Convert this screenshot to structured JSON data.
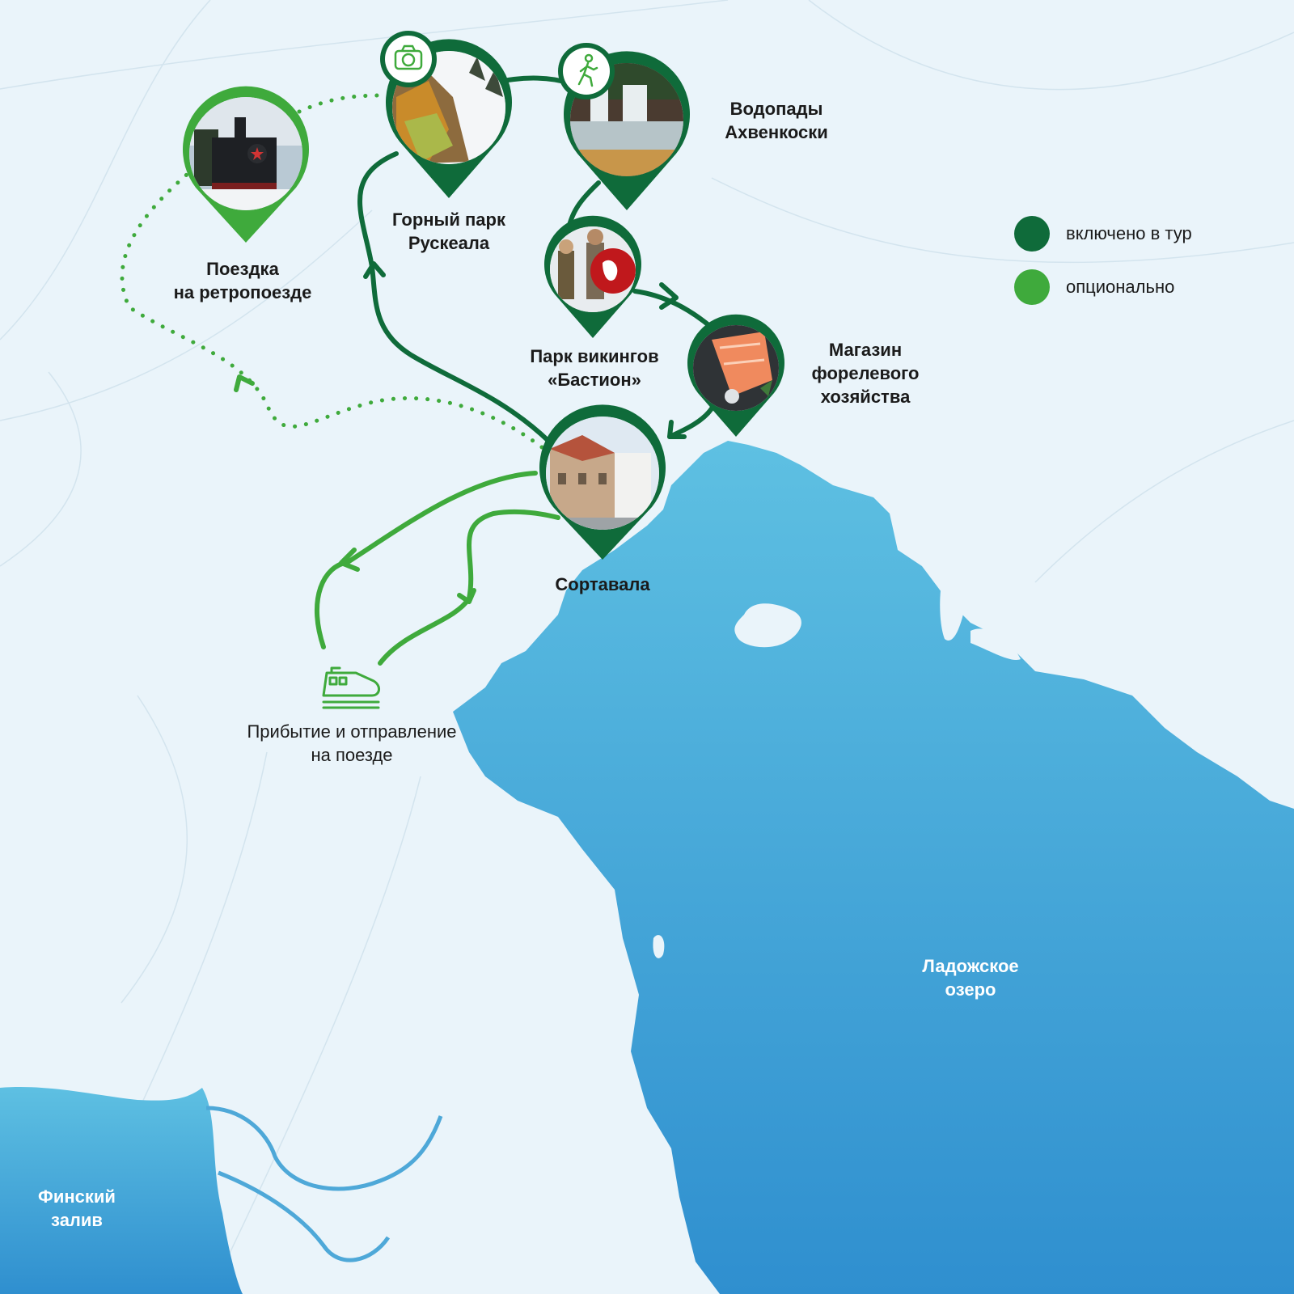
{
  "colors": {
    "included": "#0f6b3a",
    "optional": "#3faa3c",
    "land": "#eaf4fa",
    "water_top": "#5ec0e2",
    "water_bottom": "#2f8fcf"
  },
  "legend": {
    "included": {
      "label": "включено в тур",
      "color": "#0f6b3a"
    },
    "optional": {
      "label": "опционально",
      "color": "#3faa3c"
    }
  },
  "places": {
    "retro_train": {
      "label": "Поездка\nна ретропоезде",
      "status": "optional",
      "photo": "steam-locomotive"
    },
    "ruskeala": {
      "label": "Горный парк\nРускеала",
      "status": "included",
      "photo": "marble-canyon",
      "badge_icon": "camera-icon"
    },
    "akhvenkoski": {
      "label": "Водопады\nАхвенкоски",
      "status": "included",
      "photo": "waterfall",
      "badge_icon": "hiker-icon"
    },
    "bastion": {
      "label": "Парк викингов\n«Бастион»",
      "status": "included",
      "photo": "vikings"
    },
    "trout_shop": {
      "label": "Магазин\nфорелевого\nхозяйства",
      "status": "included",
      "photo": "salmon-fillet"
    },
    "sortavala": {
      "label": "Сортавала",
      "status": "included",
      "photo": "town-building"
    }
  },
  "train": {
    "label": "Прибытие и отправление\nна поезде",
    "icon": "train-icon"
  },
  "water": {
    "ladoga": "Ладожское\nозеро",
    "gulf": "Финский\nзалив"
  }
}
